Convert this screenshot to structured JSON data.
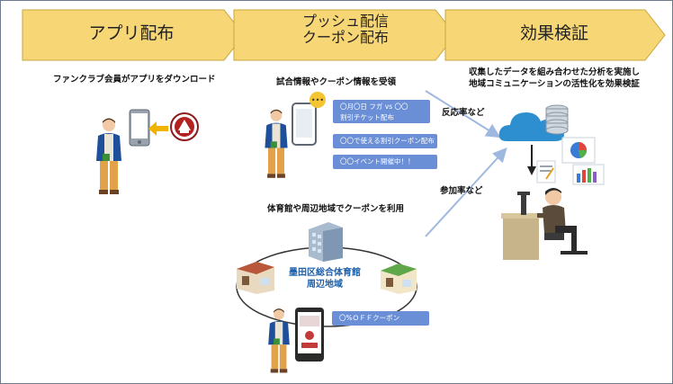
{
  "stages": [
    {
      "label": "アプリ配布"
    },
    {
      "label_line1": "プッシュ配信",
      "label_line2": "クーポン配布"
    },
    {
      "label": "効果検証"
    }
  ],
  "captions": {
    "download": "ファンクラブ会員がアプリをダウンロード",
    "receive": "試合情報やクーポン情報を受領",
    "use_coupon": "体育館や周辺地域でクーポンを利用",
    "verify_line1": "収集したデータを組み合わせた分析を実施し",
    "verify_line2": "地域コミュニケーションの活性化を効果検証"
  },
  "notifications": {
    "match_line1": "〇月〇日 フガ vs 〇〇",
    "match_line2": "割引チケット配布",
    "discount": "〇〇で使える割引クーポン配布",
    "event": "〇〇イベント開催中！！",
    "off_coupon": "〇%ＯＦＦクーポン"
  },
  "venue": {
    "line1": "墨田区総合体育館",
    "line2": "周辺地域"
  },
  "arrow_labels": {
    "response_rate": "反応率など",
    "participation_rate": "参加率など"
  },
  "colors": {
    "chevron": "#f7d675",
    "chevron_border": "#c9a63a",
    "bubble": "#6b8fd6",
    "venue_text": "#1d5fa8",
    "cloud": "#2d8fd0",
    "arrow": "#9fb8e0"
  },
  "icons": [
    "smartphone-icon",
    "team-emblem-icon",
    "person-icon",
    "cloud-database-icon",
    "building-icon",
    "shop-icon",
    "analyst-icon",
    "report-chart-icon"
  ]
}
